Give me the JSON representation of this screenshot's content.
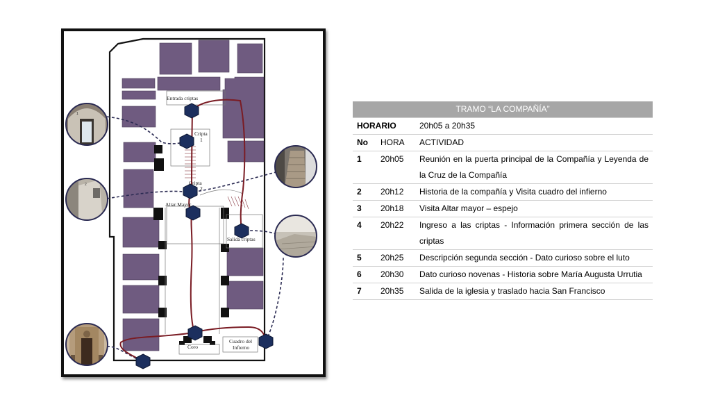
{
  "map": {
    "labels": {
      "entrada_criptas": "Entrada criptas",
      "cripta_1_a": "Cripta",
      "cripta_1_b": "1",
      "cripta_2_a": "Cripta",
      "cripta_2_b": "2",
      "altar_mayor": "Altar Mayor",
      "salida_criptas": "Salida criptas",
      "coro": "Coro",
      "cuadro_del_a": "Cuadro del",
      "cuadro_del_b": "Infierno"
    },
    "photo_badges": [
      "1",
      "2"
    ],
    "colors": {
      "building": "#6f5b80",
      "route": "#7a1c24",
      "stop": "#1c2f5e",
      "pillar": "#111111"
    }
  },
  "table": {
    "title": "TRAMO “LA COMPAÑÍA”",
    "horario_label": "HORARIO",
    "horario_value": "20h05 a 20h35",
    "headers": {
      "no": "No",
      "hora": "HORA",
      "actividad": "ACTIVIDAD"
    },
    "rows": [
      {
        "no": "1",
        "hora": "20h05",
        "actividad": "Reunión en la puerta principal de la Compañía y Leyenda de la Cruz de la Compañía"
      },
      {
        "no": "2",
        "hora": "20h12",
        "actividad": "Historia de la compañía y Visita cuadro del infierno"
      },
      {
        "no": "3",
        "hora": "20h18",
        "actividad": "Visita Altar mayor – espejo"
      },
      {
        "no": "4",
        "hora": "20h22",
        "actividad": "Ingreso a las criptas -  Información primera sección de las criptas"
      },
      {
        "no": "5",
        "hora": "20h25",
        "actividad": "Descripción segunda sección - Dato curioso sobre el luto"
      },
      {
        "no": "6",
        "hora": "20h30",
        "actividad": "Dato curioso novenas - Historia sobre María Augusta Urrutia"
      },
      {
        "no": "7",
        "hora": "20h35",
        "actividad": "Salida de la iglesia y traslado hacia San Francisco"
      }
    ]
  }
}
